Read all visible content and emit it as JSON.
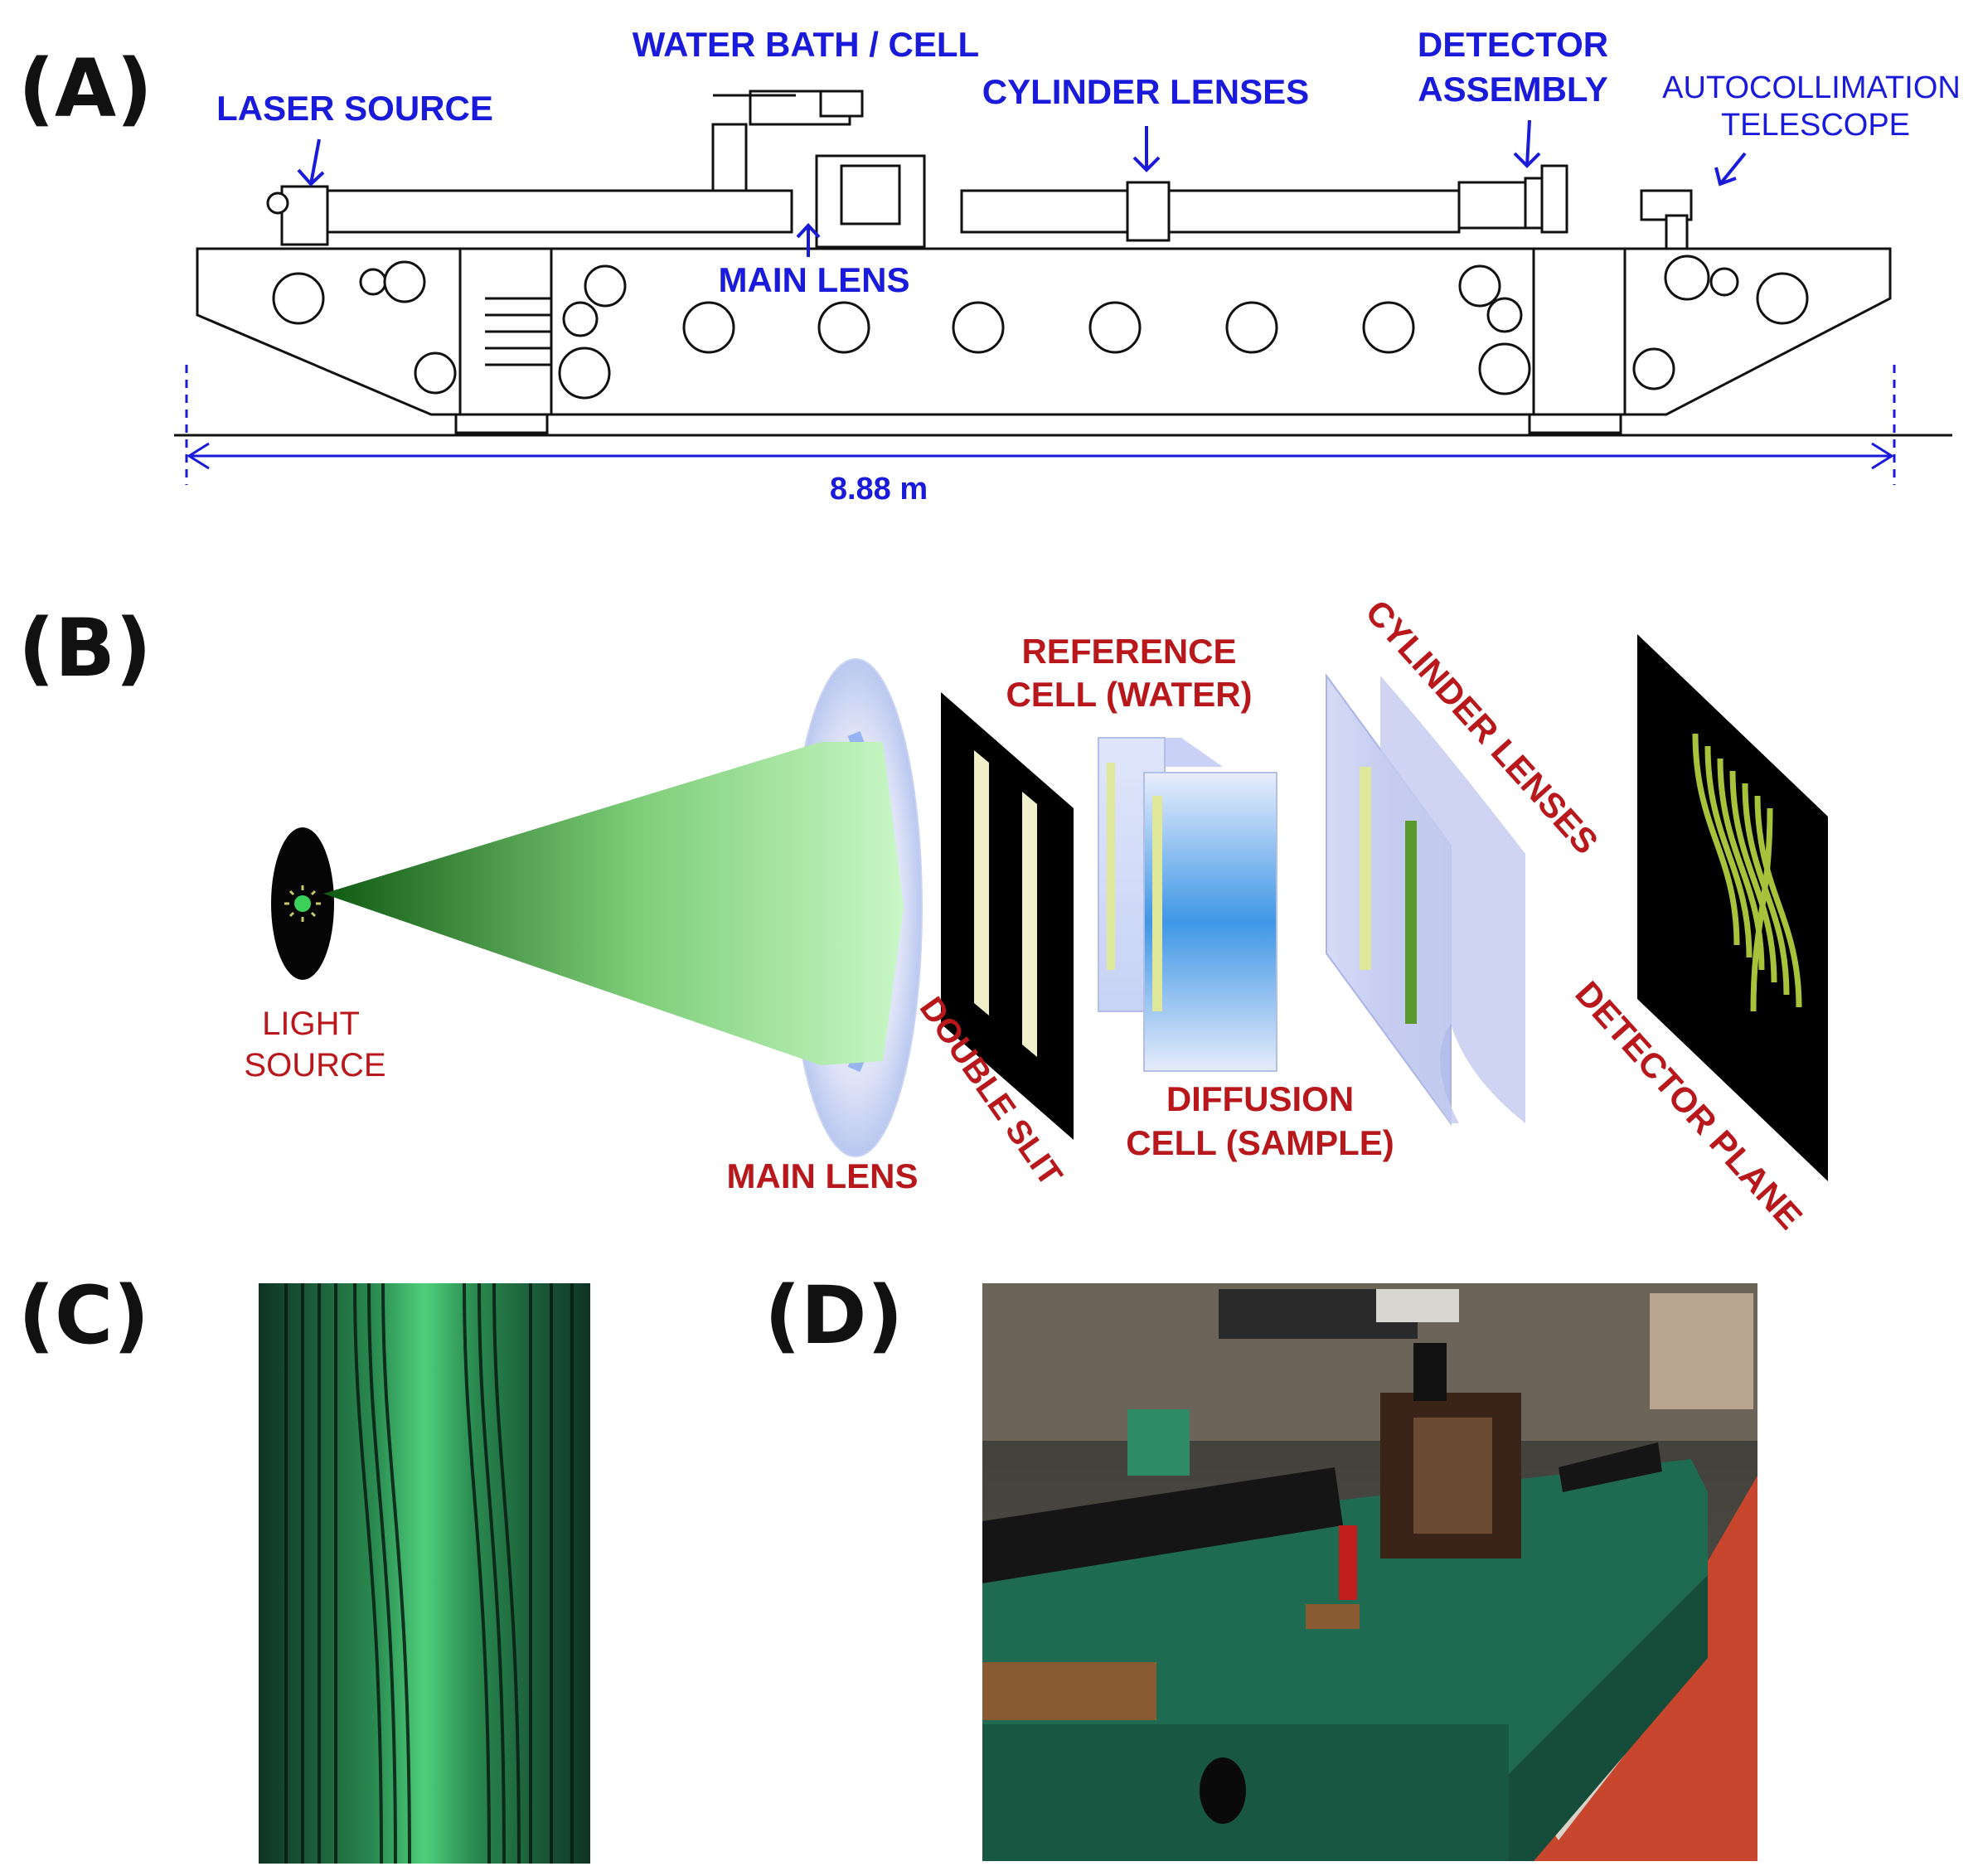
{
  "panels": {
    "a": {
      "letter": "(A)",
      "labels": {
        "laser_source": "LASER SOURCE",
        "water_bath": "WATER BATH / CELL",
        "cylinder_lenses": "CYLINDER LENSES",
        "detector_assembly_1": "DETECTOR",
        "detector_assembly_2": "ASSEMBLY",
        "autocollimation_1": "AUTOCOLLIMATION",
        "autocollimation_2": "TELESCOPE",
        "main_lens": "MAIN LENS",
        "length": "8.88 m"
      }
    },
    "b": {
      "letter": "(B)",
      "labels": {
        "reference_cell_1": "REFERENCE",
        "reference_cell_2": "CELL (WATER)",
        "cylinder_lenses": "CYLINDER LENSES",
        "light_source_1": "LIGHT",
        "light_source_2": "SOURCE",
        "main_lens": "MAIN LENS",
        "double_slit": "DOUBLE SLIT",
        "diffusion_cell_1": "DIFFUSION",
        "diffusion_cell_2": "CELL (SAMPLE)",
        "detector_plane": "DETECTOR PLANE"
      }
    },
    "c": {
      "letter": "(C)"
    },
    "d": {
      "letter": "(D)"
    }
  },
  "colors": {
    "label_blue": "#1a1adb",
    "label_red": "#b8181c",
    "beam_green": "#2a8a2a",
    "fringe_green": "#2fbf5f",
    "bench_green": "#1f6b52"
  }
}
